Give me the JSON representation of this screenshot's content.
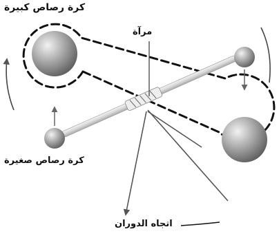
{
  "labels": {
    "large_ball": "كرة رصاص كبيرة",
    "mirror": "مرآة",
    "small_ball": "كرة رصاص صغيرة",
    "rotation_direction": "اتجاه الدوران"
  },
  "colors": {
    "ball_fill": "#8a8a8a",
    "ball_highlight": "#e6e6e6",
    "dashed_outline": "#111111",
    "rod": "#d9d9d9",
    "arrow": "#666666",
    "light_ray": "#555555",
    "rotation_arc": "#444444"
  }
}
